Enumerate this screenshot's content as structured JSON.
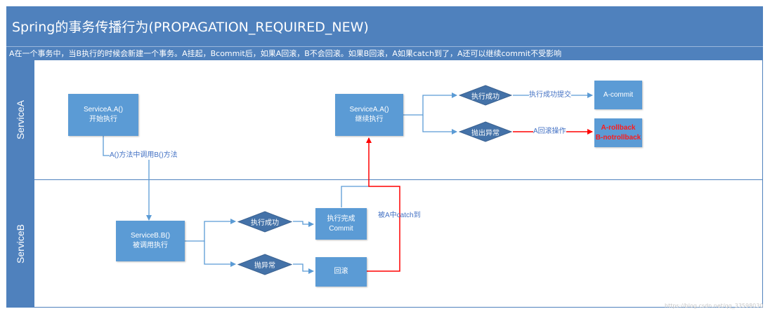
{
  "title": "Spring的事务传播行为(PROPAGATION_REQUIRED_NEW)",
  "description": "A在一个事务中，当B执行的时候会新建一个事务。A挂起，Bcommit后，如果A回滚，B不会回滚。如果B回滚，A如果catch到了，A还可以继续commit不受影响",
  "lanes": {
    "a": "ServiceA",
    "b": "ServiceB"
  },
  "nodes": {
    "a_start": {
      "line1": "ServiceA.A()",
      "line2": "开始执行"
    },
    "a_continue": {
      "line1": "ServiceA.A()",
      "line2": "继续执行"
    },
    "a_success_dec": "执行成功",
    "a_exception_dec": "抛出异常",
    "a_commit": "A-commit",
    "a_rollback": {
      "line1": "A-rollback",
      "line2": "B-notrollback"
    },
    "b_exec": {
      "line1": "ServiceB.B()",
      "line2": "被调用执行"
    },
    "b_success_dec": "执行成功",
    "b_exception_dec": "抛异常",
    "b_commit": {
      "line1": "执行完成",
      "line2": "Commit"
    },
    "b_rollback": "回滚"
  },
  "edge_labels": {
    "call_b": "A()方法中调用B()方法",
    "commit_success": "执行成功提交",
    "rollback_op": "A回滚操作",
    "caught": "被A中catch到"
  },
  "watermark": "https://blog.csdn.net/qq_33598030",
  "colors": {
    "accent": "#4f81bd",
    "box": "#5b9bd5",
    "diamond": "#4472a8",
    "error": "#ff0000"
  }
}
